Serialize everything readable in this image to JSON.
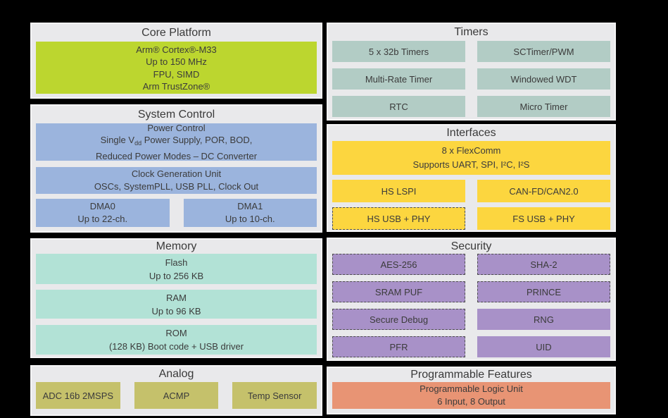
{
  "panels": {
    "core_platform": {
      "title": "Core Platform",
      "lines": [
        "Arm® Cortex®-M33",
        "Up to 150 MHz",
        "FPU, SIMD",
        "Arm TrustZone®"
      ]
    },
    "system_control": {
      "title": "System Control",
      "power_control": {
        "line1": "Power Control",
        "line2_pre": "Single V",
        "line2_sub": "dd",
        "line2_post": " Power Supply, POR, BOD,",
        "line3": "Reduced Power Modes – DC Converter"
      },
      "clock_generation": {
        "line1": "Clock Generation Unit",
        "line2": "OSCs, SystemPLL, USB PLL, Clock Out"
      },
      "dma0": {
        "line1": "DMA0",
        "line2": "Up to 22-ch."
      },
      "dma1": {
        "line1": "DMA1",
        "line2": "Up to 10-ch."
      }
    },
    "memory": {
      "title": "Memory",
      "flash": {
        "line1": "Flash",
        "line2": "Up to 256 KB"
      },
      "ram": {
        "line1": "RAM",
        "line2": "Up to 96 KB"
      },
      "rom": {
        "line1": "ROM",
        "line2": "(128 KB) Boot code + USB driver"
      }
    },
    "analog": {
      "title": "Analog",
      "blocks": [
        "ADC 16b 2MSPS",
        "ACMP",
        "Temp Sensor"
      ]
    },
    "timers": {
      "title": "Timers",
      "blocks": [
        "5 x 32b Timers",
        "SCTimer/PWM",
        "Multi-Rate Timer",
        "Windowed WDT",
        "RTC",
        "Micro Timer"
      ]
    },
    "interfaces": {
      "title": "Interfaces",
      "flexcomm": {
        "line1": "8 x FlexComm",
        "line2": "Supports UART, SPI, I²C, I²S"
      },
      "blocks": [
        {
          "label": "HS LSPI",
          "dashed": false
        },
        {
          "label": "CAN-FD/CAN2.0",
          "dashed": false
        },
        {
          "label": "HS USB + PHY",
          "dashed": true
        },
        {
          "label": "FS USB + PHY",
          "dashed": false
        }
      ]
    },
    "security": {
      "title": "Security",
      "blocks": [
        {
          "label": "AES-256",
          "dashed": true
        },
        {
          "label": "SHA-2",
          "dashed": true
        },
        {
          "label": "SRAM PUF",
          "dashed": true
        },
        {
          "label": "PRINCE",
          "dashed": true
        },
        {
          "label": "Secure Debug",
          "dashed": true
        },
        {
          "label": "RNG",
          "dashed": false
        },
        {
          "label": "PFR",
          "dashed": true
        },
        {
          "label": "UID",
          "dashed": false
        }
      ]
    },
    "programmable_features": {
      "title": "Programmable Features",
      "plu": {
        "line1": "Programmable Logic Unit",
        "line2": "6 Input, 8 Output"
      }
    }
  },
  "colors": {
    "background": "#000000",
    "panel_bg": "#e9e9eb",
    "core_green": "#bcd62f",
    "system_blue": "#9bb4dd",
    "memory_aqua": "#b2e2d6",
    "timers_teal": "#b2ccc5",
    "interfaces_yellow": "#fcd63f",
    "security_purple": "#a891c8",
    "analog_olive": "#c5c16b",
    "programmable_orange": "#e89474",
    "text": "#3a3a3a"
  }
}
